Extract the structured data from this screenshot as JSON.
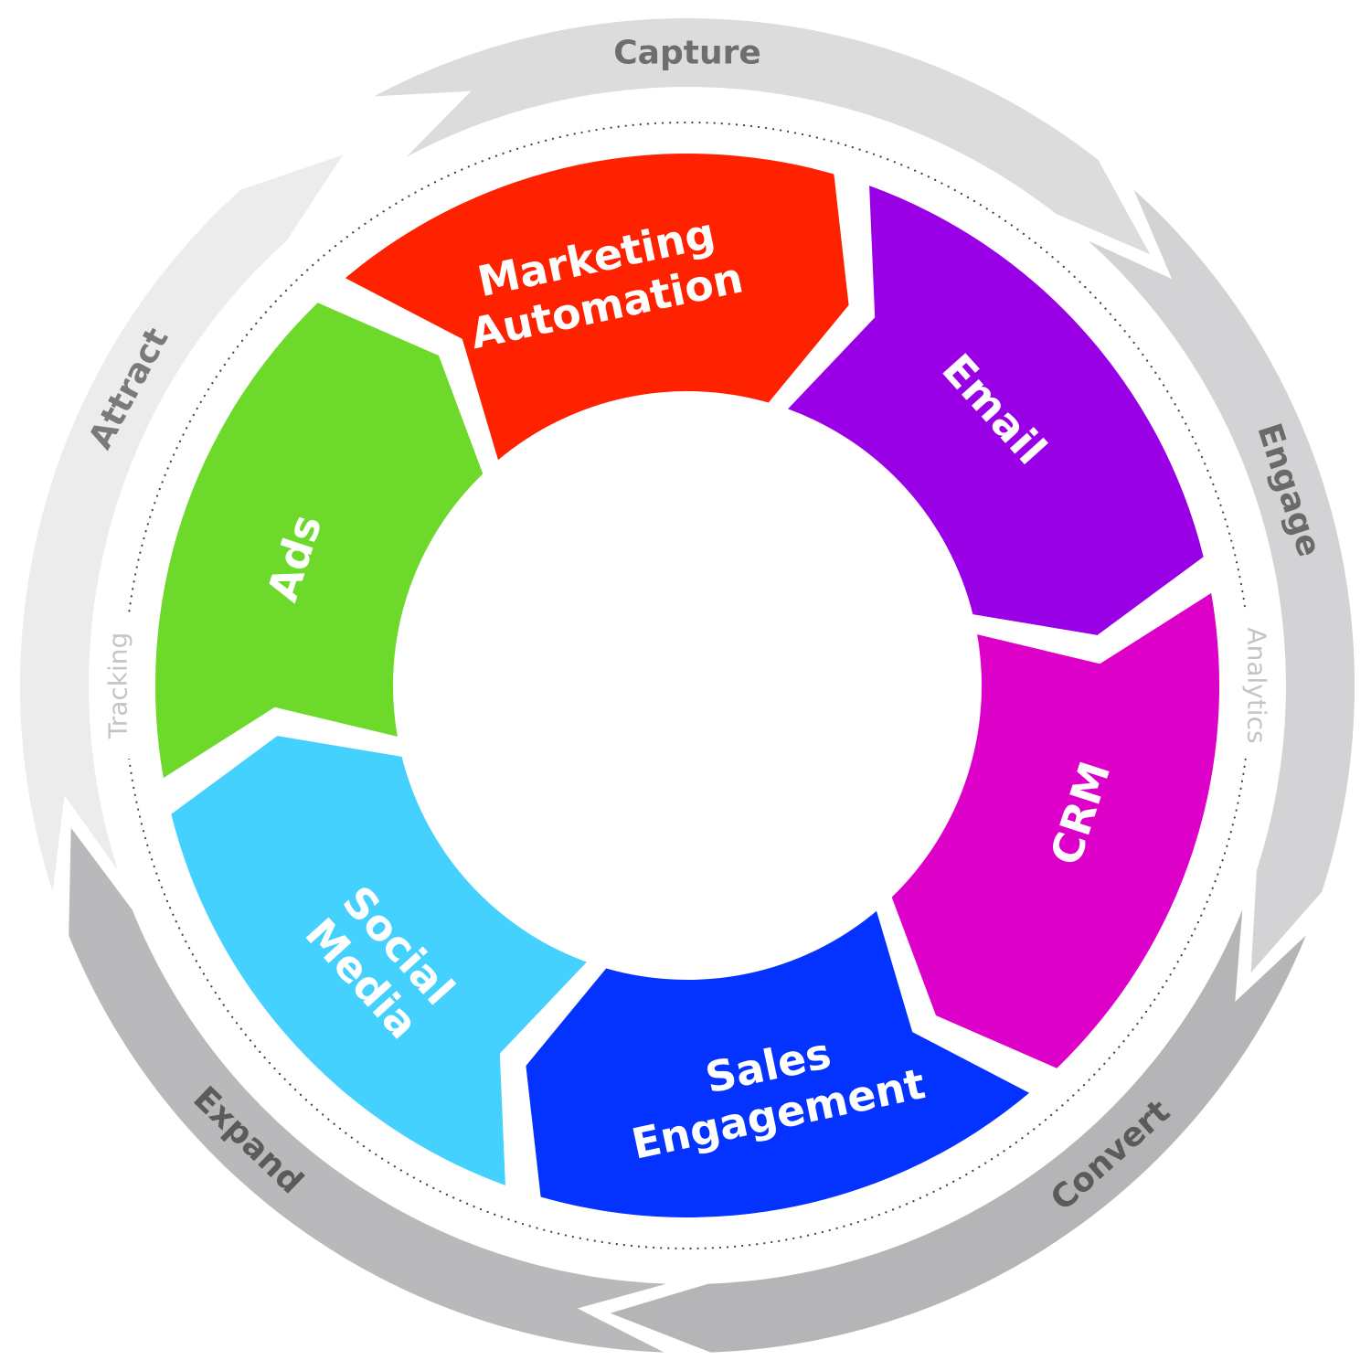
{
  "stages": [
    {
      "id": "capture",
      "label": "Capture",
      "color": "#dcdcdd",
      "text_color": "#6e6e6e"
    },
    {
      "id": "engage",
      "label": "Engage",
      "color": "#d3d3d5",
      "text_color": "#6a6a6a"
    },
    {
      "id": "convert",
      "label": "Convert",
      "color": "#b5b5b7",
      "text_color": "#5b5b5b"
    },
    {
      "id": "expand",
      "label": "Expand",
      "color": "#b9b9bb",
      "text_color": "#5b5b5b"
    },
    {
      "id": "attract",
      "label": "Attract",
      "color": "#ececec",
      "text_color": "#7a7a7a"
    }
  ],
  "side_labels": [
    {
      "id": "tracking",
      "label": "Tracking",
      "color": "#c4c4c6"
    },
    {
      "id": "analytics",
      "label": "Analytics",
      "color": "#c4c4c6"
    }
  ],
  "segments": [
    {
      "id": "marketing-automation",
      "lines": [
        "Marketing",
        "Automation"
      ],
      "color": "#ff2200"
    },
    {
      "id": "email",
      "lines": [
        "Email"
      ],
      "color": "#9900e6"
    },
    {
      "id": "crm",
      "lines": [
        "CRM"
      ],
      "color": "#dd00c8"
    },
    {
      "id": "sales-engagement",
      "lines": [
        "Sales",
        "Engagement"
      ],
      "color": "#0432ff"
    },
    {
      "id": "social-media",
      "lines": [
        "Social",
        "Media"
      ],
      "color": "#44d1fd"
    },
    {
      "id": "ads",
      "lines": [
        "Ads"
      ],
      "color": "#6cd92b"
    }
  ]
}
